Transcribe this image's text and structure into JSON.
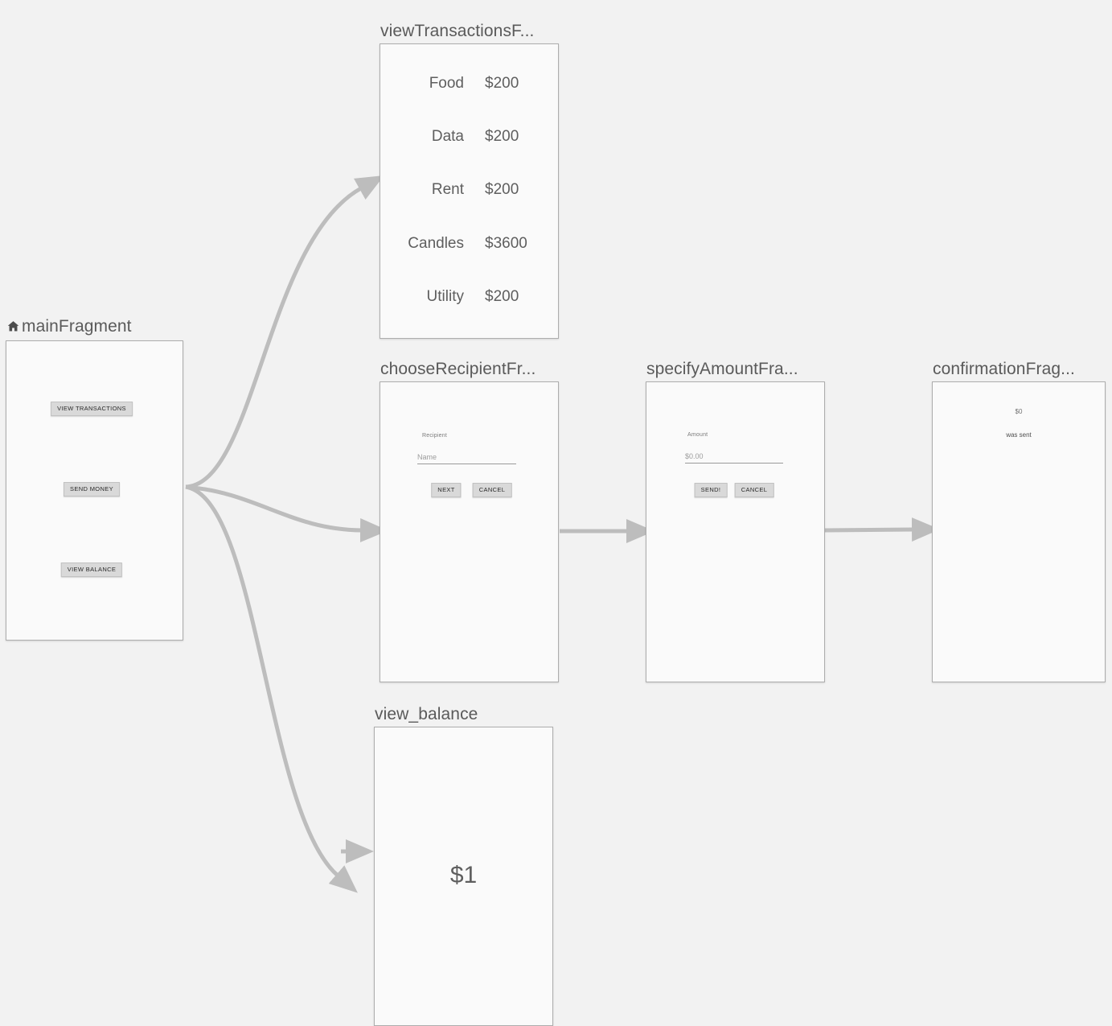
{
  "canvas": {
    "background": "#f2f2f2",
    "connector_color": "#bdbdbd",
    "frame_border_color": "#adadad",
    "frame_fill": "#fafafa",
    "label_color": "#5a5a5a",
    "button_fill": "#d9d9d9"
  },
  "destinations": {
    "main": {
      "label": "mainFragment",
      "start_icon": "home-icon",
      "buttons": [
        {
          "label": "VIEW TRANSACTIONS"
        },
        {
          "label": "SEND MONEY"
        },
        {
          "label": "VIEW BALANCE"
        }
      ]
    },
    "view_transactions": {
      "label": "viewTransactionsF...",
      "rows": [
        {
          "name": "Food",
          "amount": "$200"
        },
        {
          "name": "Data",
          "amount": "$200"
        },
        {
          "name": "Rent",
          "amount": "$200"
        },
        {
          "name": "Candles",
          "amount": "$3600"
        },
        {
          "name": "Utility",
          "amount": "$200"
        }
      ]
    },
    "choose_recipient": {
      "label": "chooseRecipientFr...",
      "field_label": "Recipient",
      "field_placeholder": "Name",
      "primary_button": "NEXT",
      "secondary_button": "CANCEL"
    },
    "specify_amount": {
      "label": "specifyAmountFra...",
      "field_label": "Amount",
      "field_placeholder": "$0.00",
      "primary_button": "SEND!",
      "secondary_button": "CANCEL"
    },
    "confirmation": {
      "label": "confirmationFrag...",
      "amount": "$0",
      "message": "was sent"
    },
    "view_balance": {
      "label": "view_balance",
      "amount": "$1"
    }
  },
  "connections": [
    {
      "name": "main-to-view-transactions"
    },
    {
      "name": "main-to-choose-recipient"
    },
    {
      "name": "main-to-view-balance"
    },
    {
      "name": "choose-recipient-to-specify-amount"
    },
    {
      "name": "specify-amount-to-confirmation"
    },
    {
      "name": "action-to-view-balance"
    }
  ]
}
